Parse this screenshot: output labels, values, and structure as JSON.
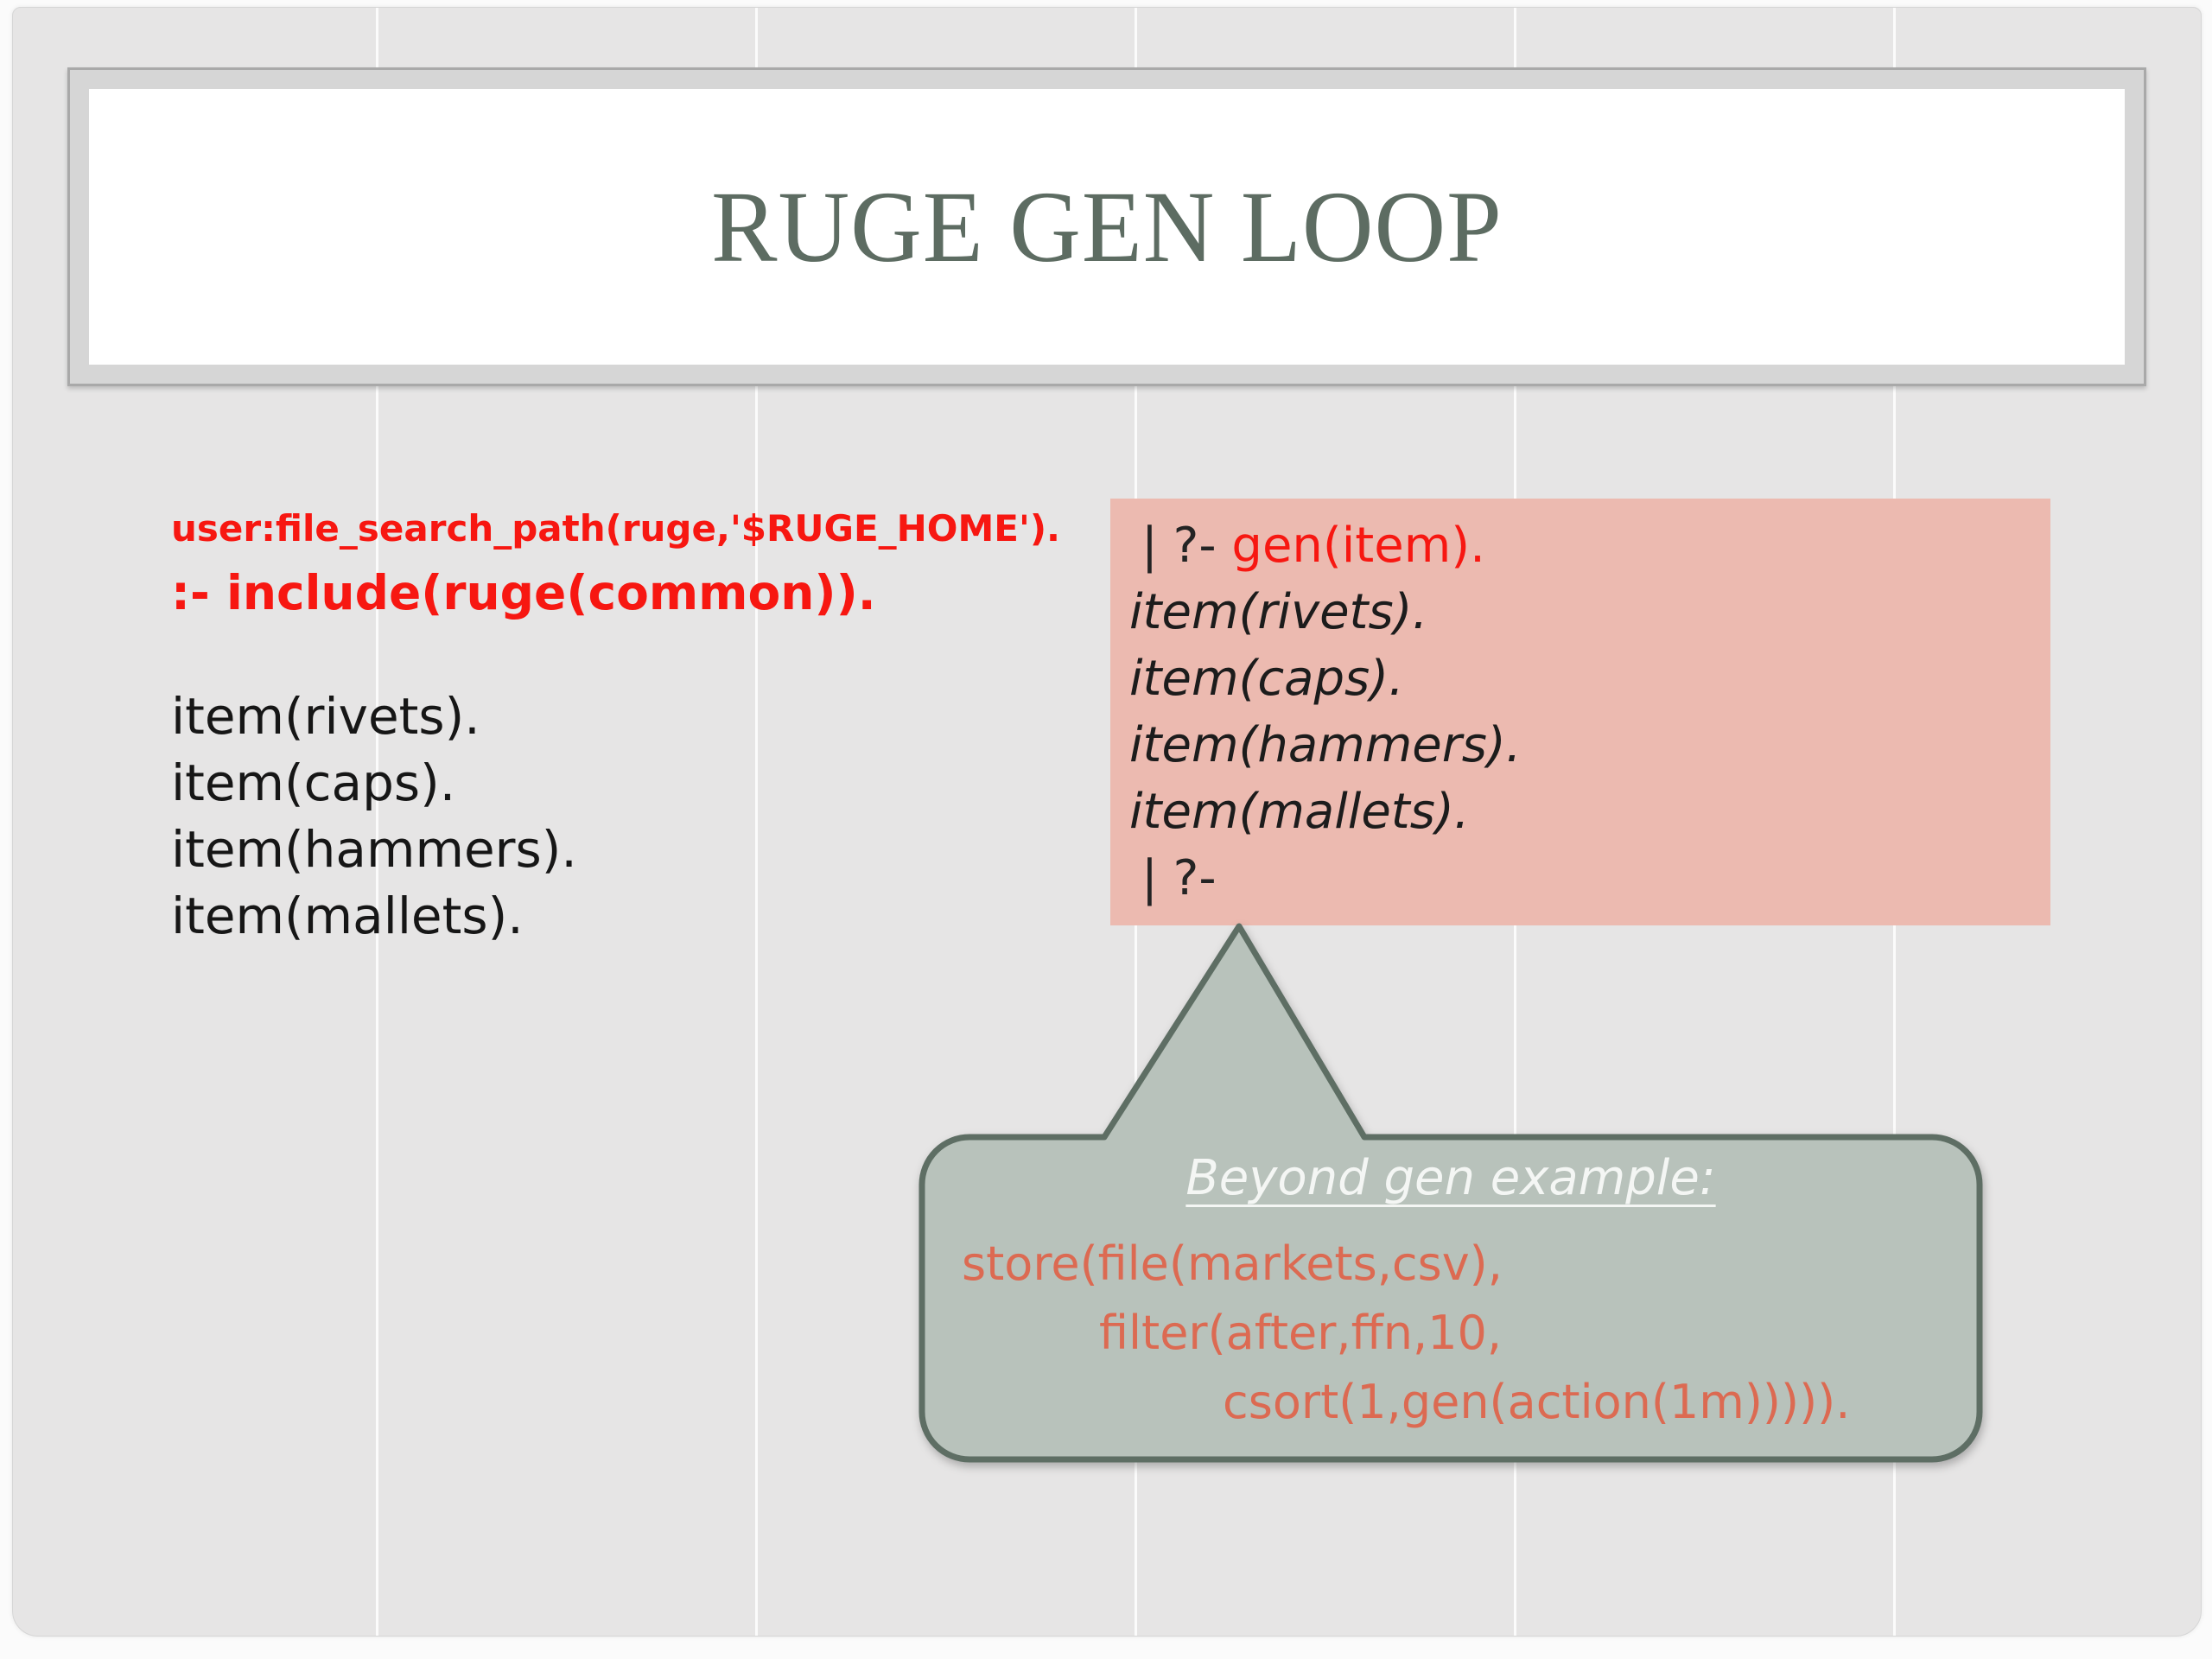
{
  "slide": {
    "title": "RUGE GEN LOOP",
    "left_code": {
      "line1": "user:file_search_path(ruge,'$RUGE_HOME').",
      "line2": ":- include(ruge(common)).",
      "items": [
        "item(rivets).",
        "item(caps).",
        "item(hammers).",
        "item(mallets)."
      ]
    },
    "console": {
      "prompt_prefix": "| ?- ",
      "query": "gen(item).",
      "results": [
        "item(rivets).",
        "item(caps).",
        "item(hammers).",
        "item(mallets)."
      ],
      "prompt_trailing": "| ?-"
    },
    "callout": {
      "heading": "Beyond gen example:",
      "code_lines": [
        "store(file(markets,csv),",
        "filter(after,ffn,10,",
        "csort(1,gen(action(1m)))))."
      ]
    },
    "colors": {
      "accent_red": "#f71711",
      "salmon_code": "#dc6a52",
      "console_bg": "#ecbab0",
      "callout_fill": "#b8c2bb",
      "callout_border": "#5e6e64",
      "title_color": "#5d6c62"
    }
  }
}
